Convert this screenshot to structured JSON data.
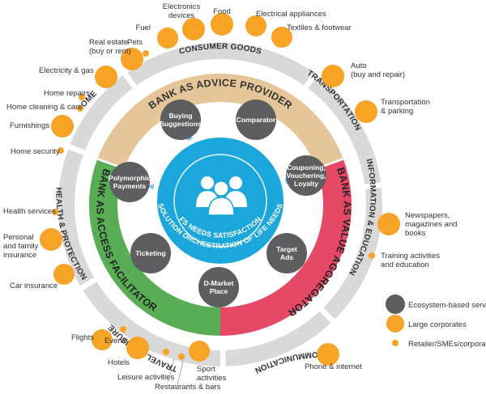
{
  "colors": {
    "outer_ring": "#d9d9d9",
    "orange": "#f7a325",
    "gray_service": "#5e5e60",
    "advice": "#e5c69a",
    "access": "#59ae55",
    "value": "#e54966",
    "core": "#1ba6dc"
  },
  "segments": {
    "consumer_goods": "CONSUMER GOODS",
    "transportation": "TRANSPORTATION",
    "information_education": "INFORMATION & EDUCATION",
    "communication": "COMMUNICATION",
    "travel_leisure": "TRAVEL & LEISURE",
    "health_protection": "HEALTH & PROTECTION",
    "home": "HOME"
  },
  "roles": {
    "advice": "BANK AS ADVICE PROVIDER",
    "access": "BANK AS ACCESS FACILITATOR",
    "value": "BANK AS VALUE AGGREGATOR"
  },
  "core": {
    "line1": "FS NEEDS SATISFACTION",
    "line2": "SOLUTION ORCHESTRATION OF LIFE NEEDS",
    "icon": "people-group-icon"
  },
  "services": {
    "buying_suggestions": [
      "Buying",
      "Suggestions"
    ],
    "comparator": [
      "Comparator"
    ],
    "couponing": [
      "Couponing,",
      "Vouchering,",
      "Loyalty"
    ],
    "target_ads": [
      "Target",
      "Ads"
    ],
    "d_market": [
      "D-Market",
      "Place"
    ],
    "ticketing": [
      "Ticketing"
    ],
    "polymorphic": [
      "Polymorphic",
      "Payments"
    ]
  },
  "labels": {
    "electronics": [
      "Electronics",
      "devices"
    ],
    "food": [
      "Food"
    ],
    "electrical": [
      "Electrical appliances"
    ],
    "textiles": [
      "Textiles & footwear"
    ],
    "fuel": [
      "Fuel"
    ],
    "pets": [
      "Pets"
    ],
    "real_estate": [
      "Real estate",
      "(buy or rent)"
    ],
    "electricity": [
      "Electricity & gas"
    ],
    "home_repairs": [
      "Home repairs"
    ],
    "home_cleaning": [
      "Home cleaning & care"
    ],
    "furnishings": [
      "Furnishings"
    ],
    "home_security": [
      "Home security"
    ],
    "auto": [
      "Auto",
      "(buy and repair)"
    ],
    "transport_parking": [
      "Transportation",
      "& parking"
    ],
    "newspapers": [
      "Newspapers,",
      "magazines and",
      "books"
    ],
    "training": [
      "Training activities",
      "and education"
    ],
    "health_services": [
      "Health services"
    ],
    "personal_insurance": [
      "Personal",
      "and family",
      "insurance"
    ],
    "car_insurance": [
      "Car insurance"
    ],
    "flights": [
      "Flights"
    ],
    "events": [
      "Events"
    ],
    "hotels": [
      "Hotels"
    ],
    "leisure_activities": [
      "Leisure activities"
    ],
    "restaurants": [
      "Restaurants & bars"
    ],
    "sport": [
      "Sport",
      "activities"
    ],
    "phone_internet": [
      "Phone & internet"
    ]
  },
  "legend": {
    "ecosystem": "Ecosystem-based service",
    "large": "Large corporates",
    "retailer": "Retailer/SMEs/corporates"
  }
}
